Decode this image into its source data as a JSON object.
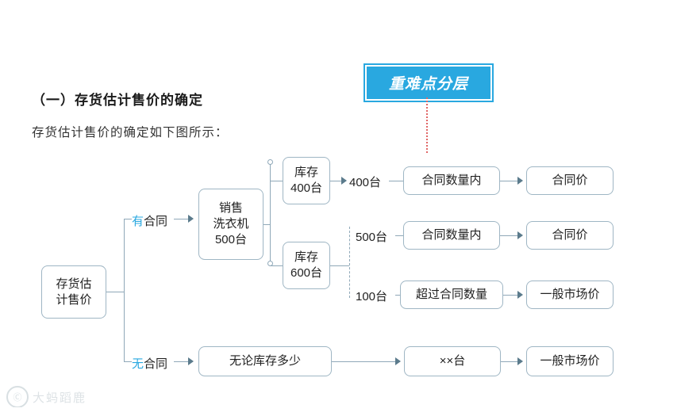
{
  "badge": {
    "label": "重难点分层"
  },
  "headings": {
    "section_title": "（一）存货估计售价的确定",
    "lead_in": "存货估计售价的确定如下图所示："
  },
  "diagram": {
    "root": "存货估\n计售价",
    "branches": [
      {
        "prefix": "有",
        "suffix": "合同"
      },
      {
        "prefix": "无",
        "suffix": "合同"
      }
    ],
    "nodes": {
      "sales": "销售\n洗衣机\n500台",
      "stock_400": "库存\n400台",
      "stock_600": "库存\n600台",
      "qty_400": "400台",
      "qty_500": "500台",
      "qty_100": "100台",
      "within_contract_1": "合同数量内",
      "within_contract_2": "合同数量内",
      "over_contract": "超过合同数量",
      "contract_price_1": "合同价",
      "contract_price_2": "合同价",
      "market_price_1": "一般市场价",
      "any_stock": "无论库存多少",
      "xx_units": "××台",
      "market_price_2": "一般市场价"
    }
  },
  "watermark": {
    "logo": "Ⓒ",
    "text": "大蚂蹈鹿"
  },
  "colors": {
    "accent": "#29a8e0",
    "line": "#8fa8b8",
    "arrow": "#5b7b8c",
    "dotted": "#e06666"
  }
}
